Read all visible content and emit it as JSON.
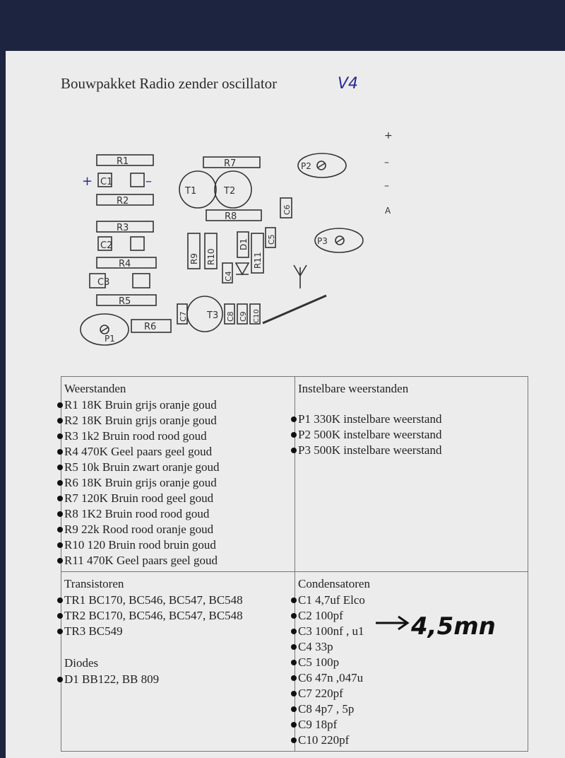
{
  "title": "Bouwpakket Radio zender oscillator",
  "version": "V4",
  "pcb": {
    "components": {
      "R1": "R1",
      "R2": "R2",
      "R3": "R3",
      "R4": "R4",
      "R5": "R5",
      "R6": "R6",
      "R7": "R7",
      "R8": "R8",
      "R9": "R9",
      "R10": "R10",
      "R11": "R11",
      "C1": "C1",
      "C2": "C2",
      "C3": "C3",
      "C4": "C4",
      "C5": "C5",
      "C6": "C6",
      "C7": "C7",
      "C8": "C8",
      "C9": "C9",
      "C10": "C10",
      "T1": "T1",
      "T2": "T2",
      "T3": "T3",
      "D1": "D1",
      "P1": "P1",
      "P2": "P2",
      "P3": "P3"
    },
    "terminals": {
      "plus": "+",
      "minus1": "–",
      "minus2": "–",
      "antenna": "A"
    },
    "handwritten": {
      "plus": "+",
      "minus": "–"
    }
  },
  "sections": {
    "weerstanden": {
      "heading": "Weerstanden",
      "items": [
        "R1 18K Bruin grijs oranje goud",
        "R2 18K Bruin grijs oranje goud",
        "R3 1k2 Bruin rood rood goud",
        "R4 470K Geel paars geel goud",
        "R5 10k Bruin zwart oranje goud",
        "R6 18K Bruin grijs oranje goud",
        "R7 120K Bruin rood geel goud",
        "R8 1K2 Bruin rood rood goud",
        "R9 22k Rood rood oranje goud",
        "R10 120 Bruin rood bruin goud",
        "R11 470K Geel paars geel goud"
      ]
    },
    "instelbare": {
      "heading": "Instelbare weerstanden",
      "items": [
        "P1 330K instelbare weerstand",
        "P2 500K instelbare weerstand",
        "P3 500K instelbare weerstand"
      ]
    },
    "transistoren": {
      "heading": "Transistoren",
      "items": [
        "TR1 BC170, BC546, BC547, BC548",
        "TR2 BC170, BC546, BC547, BC548",
        "TR3 BC549"
      ]
    },
    "diodes": {
      "heading": "Diodes",
      "items": [
        "D1 BB122, BB 809"
      ]
    },
    "condensatoren": {
      "heading": "Condensatoren",
      "items": [
        "C1 4,7uf Elco",
        "C2 100pf",
        "C3 100nf , u1",
        "C4 33p",
        "C5 100p",
        "C6 47n   ,047u",
        "C7 220pf",
        "C8 4p7 , 5p",
        "C9 18pf",
        "C10 220pf"
      ]
    }
  },
  "annotation": "4,5mn",
  "colors": {
    "ink": "#2a2a9a",
    "paper": "#ececec",
    "background": "#1c2440"
  }
}
